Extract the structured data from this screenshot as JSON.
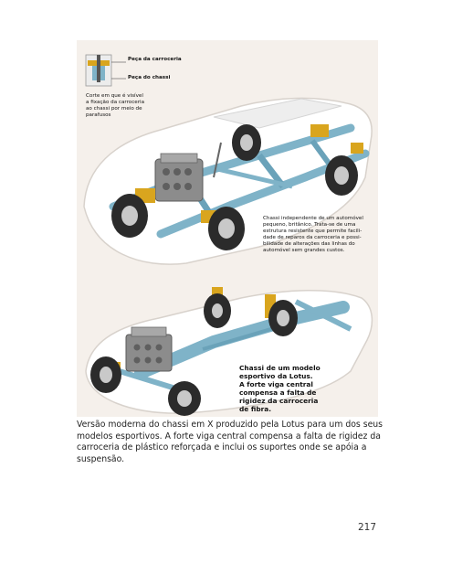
{
  "figure": {
    "top_labels": {
      "body_part": "Peça da carroceria",
      "chassis_part": "Peça do chassi",
      "cross_section": "Corte em que é visível\na fixação da carroceria\nao chassi por meio de\nparafusos",
      "independent_chassis": "Chassi independente de um automóvel\npequeno, britânico. Trata-se de uma\nestrutura resistente que permite facili-\ndade de reparos da carroceria e possi-\nbilidade de alterações das linhas do\nautomóvel sem grandes custos."
    },
    "bottom_label": "Chassi de um modelo\nesportivo da Lotus.\nA forte viga central\ncompensa a falta de\nrigidez da carroceria\nde fibra."
  },
  "caption": "Versão moderna do chassi em X produzido pela Lotus para um dos seus modelos esportivos. A forte viga central compensa a falta de rigidez da carroceria de plástico reforçada e inclui os suportes onde se apóia a suspensão.",
  "page_number": "217",
  "colors": {
    "chassis": "#7fb3c8",
    "suspension": "#d9a51e",
    "tyre": "#2b2b2b",
    "body_outline": "#d8d2cc",
    "background": "#f5f0eb"
  }
}
